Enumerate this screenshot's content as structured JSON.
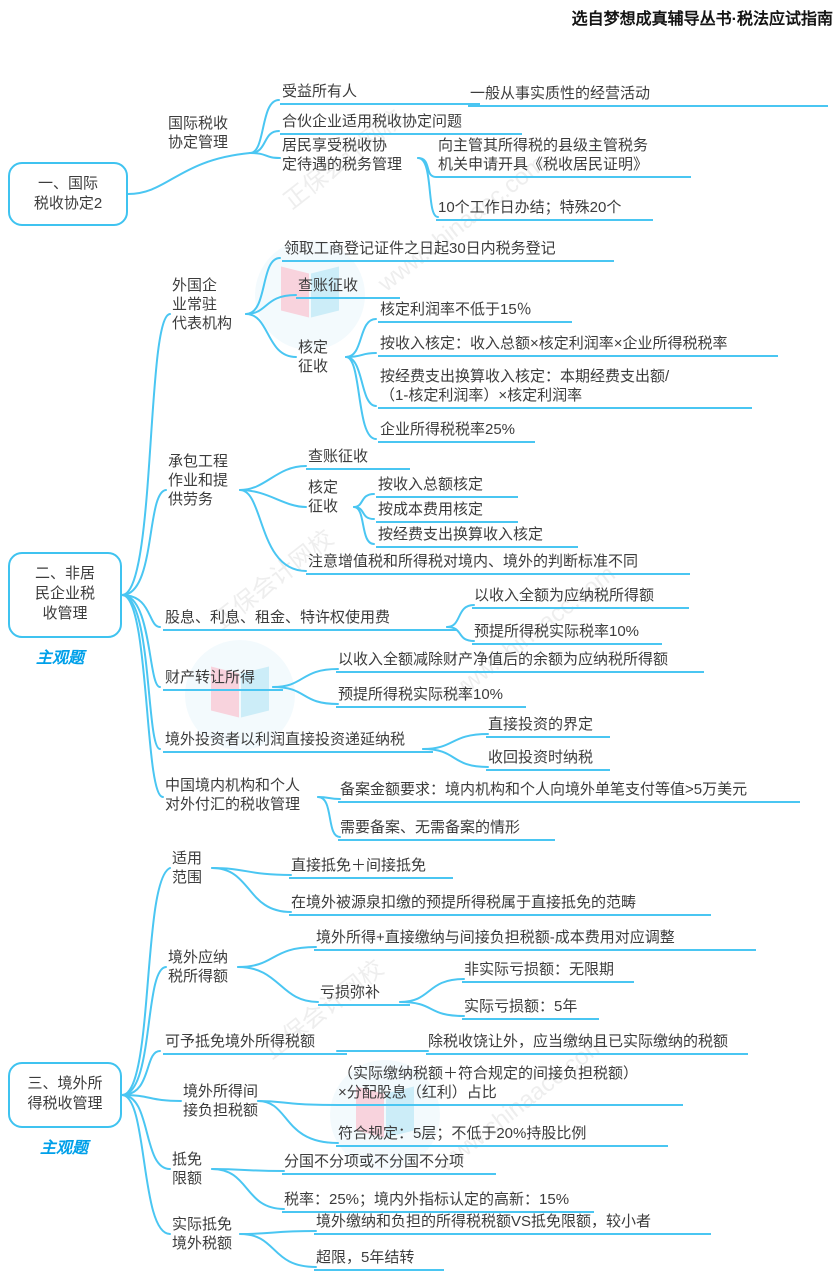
{
  "header": {
    "source_note": "选自梦想成真辅导丛书·税法应试指南"
  },
  "watermark": {
    "brand": "正保会计网校",
    "url": "www.chinaacc.com"
  },
  "colors": {
    "line": "#4ac6f2",
    "text": "#3c3c3c",
    "badge_blue": "#00a0e9",
    "node_border": "#3fc3f0"
  },
  "s1": {
    "root": [
      "一、国际",
      "税收协定2"
    ],
    "mgmt": [
      "国际税收",
      "协定管理"
    ],
    "beneficial_owner": "受益所有人",
    "substantive": "一般从事实质性的经营活动",
    "partnership": "合伙企业适用税收协定问题",
    "resident_treatment": [
      "居民享受税收协",
      "定待遇的税务管理"
    ],
    "apply_cert": [
      "向主管其所得税的县级主管税务",
      "机关申请开具《税收居民证明》"
    ],
    "days": "10个工作日办结；特殊20个"
  },
  "s2": {
    "root": [
      "二、非居",
      "民企业税",
      "收管理"
    ],
    "badge": "主观题",
    "rep_office": [
      "外国企",
      "业常驻",
      "代表机构"
    ],
    "reg30": "领取工商登记证件之日起30日内税务登记",
    "audit_collect1": "查账征收",
    "verified1": [
      "核定",
      "征收"
    ],
    "profit_rate": "核定利润率不低于15％",
    "by_income": "按收入核定：收入总额×核定利润率×企业所得税税率",
    "by_expense": [
      "按经费支出换算收入核定：本期经费支出额/",
      "（1-核定利润率）×核定利润率"
    ],
    "cit25": "企业所得税税率25%",
    "contracting": [
      "承包工程",
      "作业和提",
      "供劳务"
    ],
    "audit_collect2": "查账征收",
    "verified2": [
      "核定",
      "征收"
    ],
    "by_total_income": "按收入总额核定",
    "by_cost": "按成本费用核定",
    "by_expense2": "按经费支出换算收入核定",
    "note_vat": "注意增值税和所得税对境内、境外的判断标准不同",
    "dividends": "股息、利息、租金、特许权使用费",
    "full_income": "以收入全额为应纳税所得额",
    "withholding10a": "预提所得税实际税率10%",
    "property": "财产转让所得",
    "net_value": "以收入全额减除财产净值后的余额为应纳税所得额",
    "withholding10b": "预提所得税实际税率10%",
    "reinvest": "境外投资者以利润直接投资递延纳税",
    "direct_invest_def": "直接投资的界定",
    "pay_on_recovery": "收回投资时纳税",
    "outbound_pay": [
      "中国境内机构和个人",
      "对外付汇的税收管理"
    ],
    "filing_amount": "备案金额要求：境内机构和个人向境外单笔支付等值>5万美元",
    "filing_cases": "需要备案、无需备案的情形"
  },
  "s3": {
    "root": [
      "三、境外所",
      "得税收管理"
    ],
    "badge": "主观题",
    "scope": [
      "适用",
      "范围"
    ],
    "credit_types": "直接抵免＋间接抵免",
    "withheld_direct": "在境外被源泉扣缴的预提所得税属于直接抵免的范畴",
    "taxable_income": [
      "境外应纳",
      "税所得额"
    ],
    "formula": "境外所得+直接缴纳与间接负担税额-成本费用对应调整",
    "loss_offset": "亏损弥补",
    "non_actual_loss": "非实际亏损额：无限期",
    "actual_loss": "实际亏损额：5年",
    "creditable": "可予抵免境外所得税额",
    "except_spared": "除税收饶让外，应当缴纳且已实际缴纳的税额",
    "indirect_borne": [
      "境外所得间",
      "接负担税额"
    ],
    "indirect_formula": [
      "（实际缴纳税额＋符合规定的间接负担税额）",
      "×分配股息（红利）占比"
    ],
    "five_layers": "符合规定：5层；不低于20%持股比例",
    "credit_limit": [
      "抵免",
      "限额"
    ],
    "by_country": "分国不分项或不分国不分项",
    "rates": "税率：25%；境内外指标认定的高新：15%",
    "actual_credit": [
      "实际抵免",
      "境外税额"
    ],
    "vs": "境外缴纳和负担的所得税税额VS抵免限额，较小者",
    "carryforward": "超限，5年结转"
  }
}
